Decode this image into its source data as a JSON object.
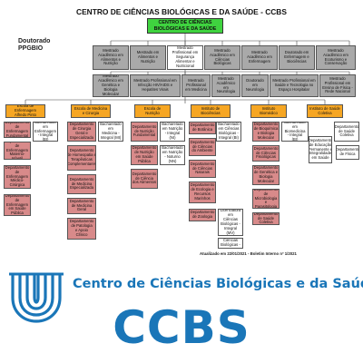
{
  "title": "CENTRO DE CIÊNCIAS BIOLÓGICAS E DA SAÚDE - CCBS",
  "root": "CENTRO DE CIÊNCIAS BIOLÓGICAS E DA SAÚDE",
  "doctorate": {
    "line1": "Doutorado",
    "line2": "PPGBIO"
  },
  "row1": [
    "Mestrado Acadêmico em Alimentos e Nutrição",
    "Mestrado em Alimentos e Nutrição",
    "Mestrado Profissional em Segurança Alimentar e Nutricional",
    "Mestrado Acadêmico em Ciências Biológicas",
    "Mestrado Acadêmico em Enfermagem",
    "Doutorado em Enfermagem e Biociências",
    "Mestrado Acadêmico em Ecoturismo e Conservação"
  ],
  "row2": [
    "Mestrado Acadêmico em Genética e Biologia Molecular",
    "Mestrado Profissional em Infecção HIV/AIDS e Hepatites Virais",
    "Mestrado Profissional em Medicina",
    "Mestrado Acadêmico em Neurologia",
    "Doutorado em Neurologia",
    "Mestrado Profissional em Saúde e Tecnologia no Espaço Hospitalar",
    "Mestrado Profissional em Ensino de Física - Rede Nacional"
  ],
  "schools": [
    "Escola de Enfermagem Alfredo Pinto",
    "Escola de Medicina e Cirurgia",
    "Escola de Nutrição",
    "Instituto de Biociências",
    "Instituto Biomédico",
    "Instituto de Saúde Coletiva"
  ],
  "courses": [
    "Bacharelado em Enfermagem - Integral (BI)",
    "Bacharelado em Medicina - Integral (MI)",
    "Bacharelado em Nutrição - Integral (NI)",
    "Bacharelado em Ciências Biológicas - Integral (BI)",
    "Bacharelado em Biomedicina - Integral (BI)",
    "Departamento de Saúde Coletiva"
  ],
  "extra": [
    "Licenciatura em Ciências Biológicas - Integral (MV)",
    "Bacharelado em Nutrição - Noturno (NN)",
    "Licenciatura em Ciências Biológicas - Noturno (NV)",
    "Departamento de Educação Permanente e Integralidade em Saúde",
    "Departamento de Física"
  ],
  "depts_enf": [
    "Departamento de Enfermagem Fundamental",
    "Departamento de Enfermagem Materno-Infantil",
    "Departamento de Enfermagem Médico-Cirúrgica",
    "Departamento de Enfermagem em Saúde Pública"
  ],
  "depts_med": [
    "Departamento de Cirurgia Geral e Especializada",
    "Departamento de Homeopatia e Terapêuticas Complementares",
    "Departamento de Medicina Especializada",
    "Departamento de Medicina Geral",
    "Departamento de Patologia e Apoio Clínico"
  ],
  "depts_nut": [
    "Departamento de Nutrição Fundamental",
    "Departamento de Nutrição em Saúde Pública",
    "Departamento de Ciência dos Alimentos"
  ],
  "depts_bio1": [
    "Departamento de Botânica",
    "Departamento de Ciências do Ambiente",
    "Departamento de Ciências Naturais",
    "Departamento de Ecologia e Recursos Marinhos",
    "Departamento de Zoologia"
  ],
  "depts_bio2": [
    "Departamento de Bioquímica e Biologia Molecular",
    "Departamento de Ciências Fisiológicas",
    "Departamento de Genética e Biologia Molecular",
    "Departamento de Microbiologia e Parasitologia",
    "Departamento de Saúde Coletiva"
  ],
  "footer": "Atualizado em 22/01/2021 - Boletim Interno nº 1/2021",
  "brand_name": "Centro de Ciências Biológicas e da Saúde",
  "brand_abbr": "CCBS",
  "colors": {
    "brand_blue": "#1a76b8",
    "root_green": "#3fd33f",
    "school_orange": "#f6a623",
    "course_yellow": "#f7c400",
    "dept_red": "#d88a8a",
    "grey": "#a9a9a9"
  }
}
